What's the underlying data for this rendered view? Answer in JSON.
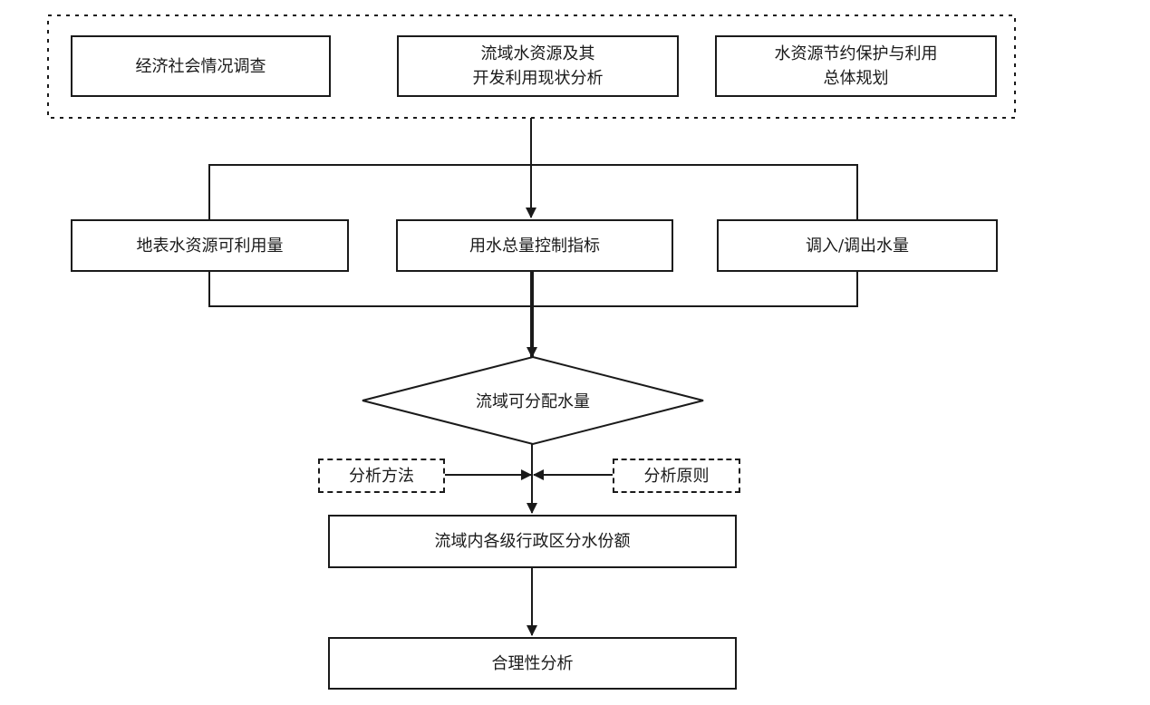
{
  "top_group": {
    "box1": "经济社会情况调查",
    "box2": "流域水资源及其\n开发利用现状分析",
    "box3": "水资源节约保护与利用\n总体规划"
  },
  "middle_row": {
    "left": "地表水资源可利用量",
    "center": "用水总量控制指标",
    "right": "调入/调出水量"
  },
  "decision": {
    "label": "流域可分配水量"
  },
  "inputs": {
    "left": "分析方法",
    "right": "分析原则"
  },
  "allocation": {
    "label": "流域内各级行政区分水份额"
  },
  "final": {
    "label": "合理性分析"
  }
}
